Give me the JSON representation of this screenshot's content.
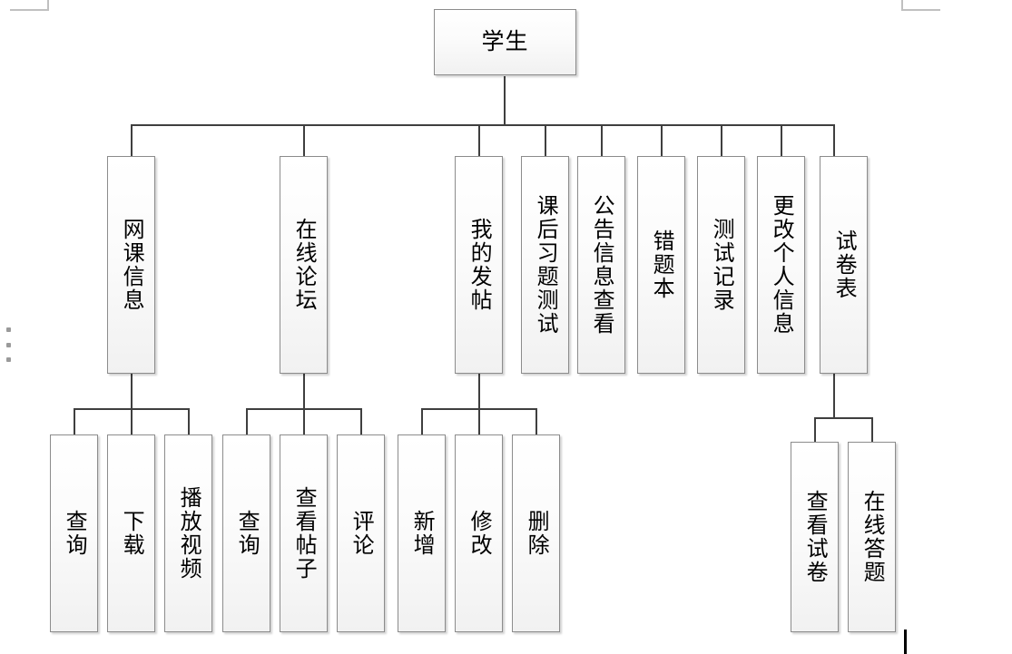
{
  "document": {
    "title": "学生",
    "caret_visible": true,
    "margin_marks": [
      "top-left",
      "top-right"
    ],
    "colors": {
      "box_border": "#8c8c8c",
      "connector": "#3f3f3f",
      "box_fill_top": "#ffffff",
      "box_fill_bottom": "#f1f1f1",
      "text": "#000000",
      "margin_mark": "#c0c0c0",
      "caret": "#000000"
    }
  },
  "chart_data": {
    "type": "diagram",
    "subtype": "organization-tree",
    "title": "学生",
    "orientation": "top-down",
    "levels": 3,
    "root": "学生",
    "level2": [
      "网课信息",
      "在线论坛",
      "我的发帖",
      "课后习题测试",
      "公告信息查看",
      "错题本",
      "测试记录",
      "更改个人信息",
      "试卷表"
    ],
    "level3": {
      "网课信息": [
        "查询",
        "下载",
        "播放视频"
      ],
      "在线论坛": [
        "查询",
        "查看帖子",
        "评论"
      ],
      "我的发帖": [
        "新增",
        "修改",
        "删除"
      ],
      "试卷表": [
        "查看试卷",
        "在线答题"
      ]
    }
  },
  "nodes": {
    "root": {
      "label": "学生"
    },
    "l2": [
      {
        "id": "wangke-xinxi",
        "label": "网课信息"
      },
      {
        "id": "zaixian-luntan",
        "label": "在线论坛"
      },
      {
        "id": "wode-fatie",
        "label": "我的发帖"
      },
      {
        "id": "kehou-xiti-ceshi",
        "label": "课后习题测试"
      },
      {
        "id": "gonggao-xinxi-chakan",
        "label": "公告信息查看"
      },
      {
        "id": "cuotiben",
        "label": "错题本"
      },
      {
        "id": "ceshi-jilu",
        "label": "测试记录"
      },
      {
        "id": "genggai-geren-xinxi",
        "label": "更改个人信息"
      },
      {
        "id": "shijuan-biao",
        "label": "试卷表"
      }
    ],
    "l3": [
      {
        "id": "chaxun-1",
        "label": "查询",
        "parent": "网课信息"
      },
      {
        "id": "xiazai",
        "label": "下载",
        "parent": "网课信息"
      },
      {
        "id": "bofang-shipin",
        "label": "播放视频",
        "parent": "网课信息"
      },
      {
        "id": "chaxun-2",
        "label": "查询",
        "parent": "在线论坛"
      },
      {
        "id": "chakan-tiezi",
        "label": "查看帖子",
        "parent": "在线论坛"
      },
      {
        "id": "pinglun",
        "label": "评论",
        "parent": "在线论坛"
      },
      {
        "id": "xinzeng",
        "label": "新增",
        "parent": "我的发帖"
      },
      {
        "id": "xiugai",
        "label": "修改",
        "parent": "我的发帖"
      },
      {
        "id": "shanchu",
        "label": "删除",
        "parent": "我的发帖"
      },
      {
        "id": "chakan-shijuan",
        "label": "查看试卷",
        "parent": "试卷表"
      },
      {
        "id": "zaixian-dati",
        "label": "在线答题",
        "parent": "试卷表"
      }
    ]
  }
}
